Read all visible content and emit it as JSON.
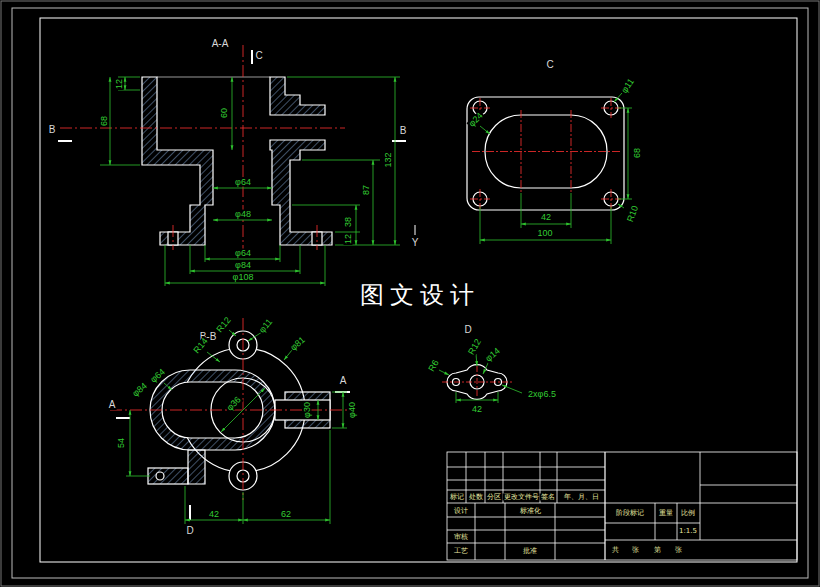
{
  "diagram": {
    "labels": [
      "A-A",
      "C",
      "B",
      "B",
      "12",
      "68",
      "60",
      "132",
      "87",
      "38",
      "12",
      "φ64",
      "φ48",
      "φ64",
      "φ84",
      "φ108",
      "Y",
      "图 文 设 计",
      "C",
      "φ11",
      "φ24",
      "68",
      "42",
      "100",
      "R10",
      "B-B",
      "R12",
      "φ11",
      "R14",
      "φ81",
      "φ64",
      "φ84",
      "φ36",
      "φ30",
      "φ40",
      "A",
      "A",
      "54",
      "42",
      "62",
      "D",
      "D",
      "R6",
      "R12",
      "φ14",
      "42",
      "2xφ6.5",
      "标记",
      "处数",
      "分区",
      "更改文件号",
      "签名",
      "年、月、日",
      "设计",
      "标准化",
      "审核",
      "工艺",
      "批准",
      "阶段标记",
      "重量",
      "比例",
      "1:1.5",
      "共",
      "张",
      "第",
      "张"
    ]
  }
}
